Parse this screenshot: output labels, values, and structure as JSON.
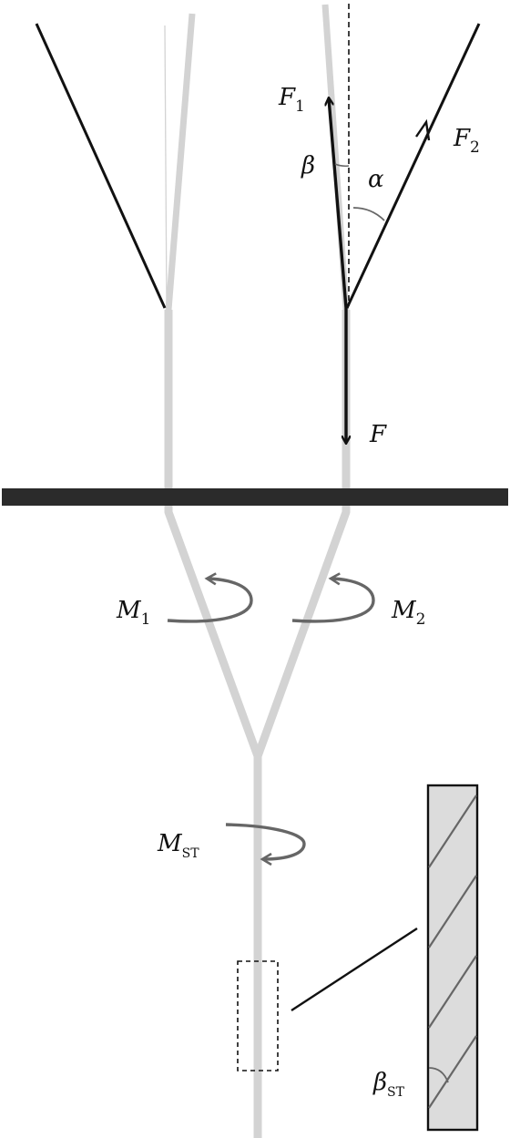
{
  "labels": {
    "F1": {
      "main": "F",
      "sub": "1"
    },
    "F2": {
      "main": "F",
      "sub": "2"
    },
    "F": {
      "main": "F"
    },
    "beta": {
      "main": "β"
    },
    "alpha": {
      "main": "α"
    },
    "M1": {
      "main": "M",
      "sub": "1"
    },
    "M2": {
      "main": "M",
      "sub": "2"
    },
    "MST": {
      "main": "M",
      "sub": "ST"
    },
    "betaST": {
      "main": "β",
      "sub": "ST"
    }
  },
  "colors": {
    "fiber": "#d3d3d3",
    "force": "#111111",
    "moment": "#666666",
    "plate": "#2b2b2b",
    "inset_fill": "#dcdcdc"
  }
}
